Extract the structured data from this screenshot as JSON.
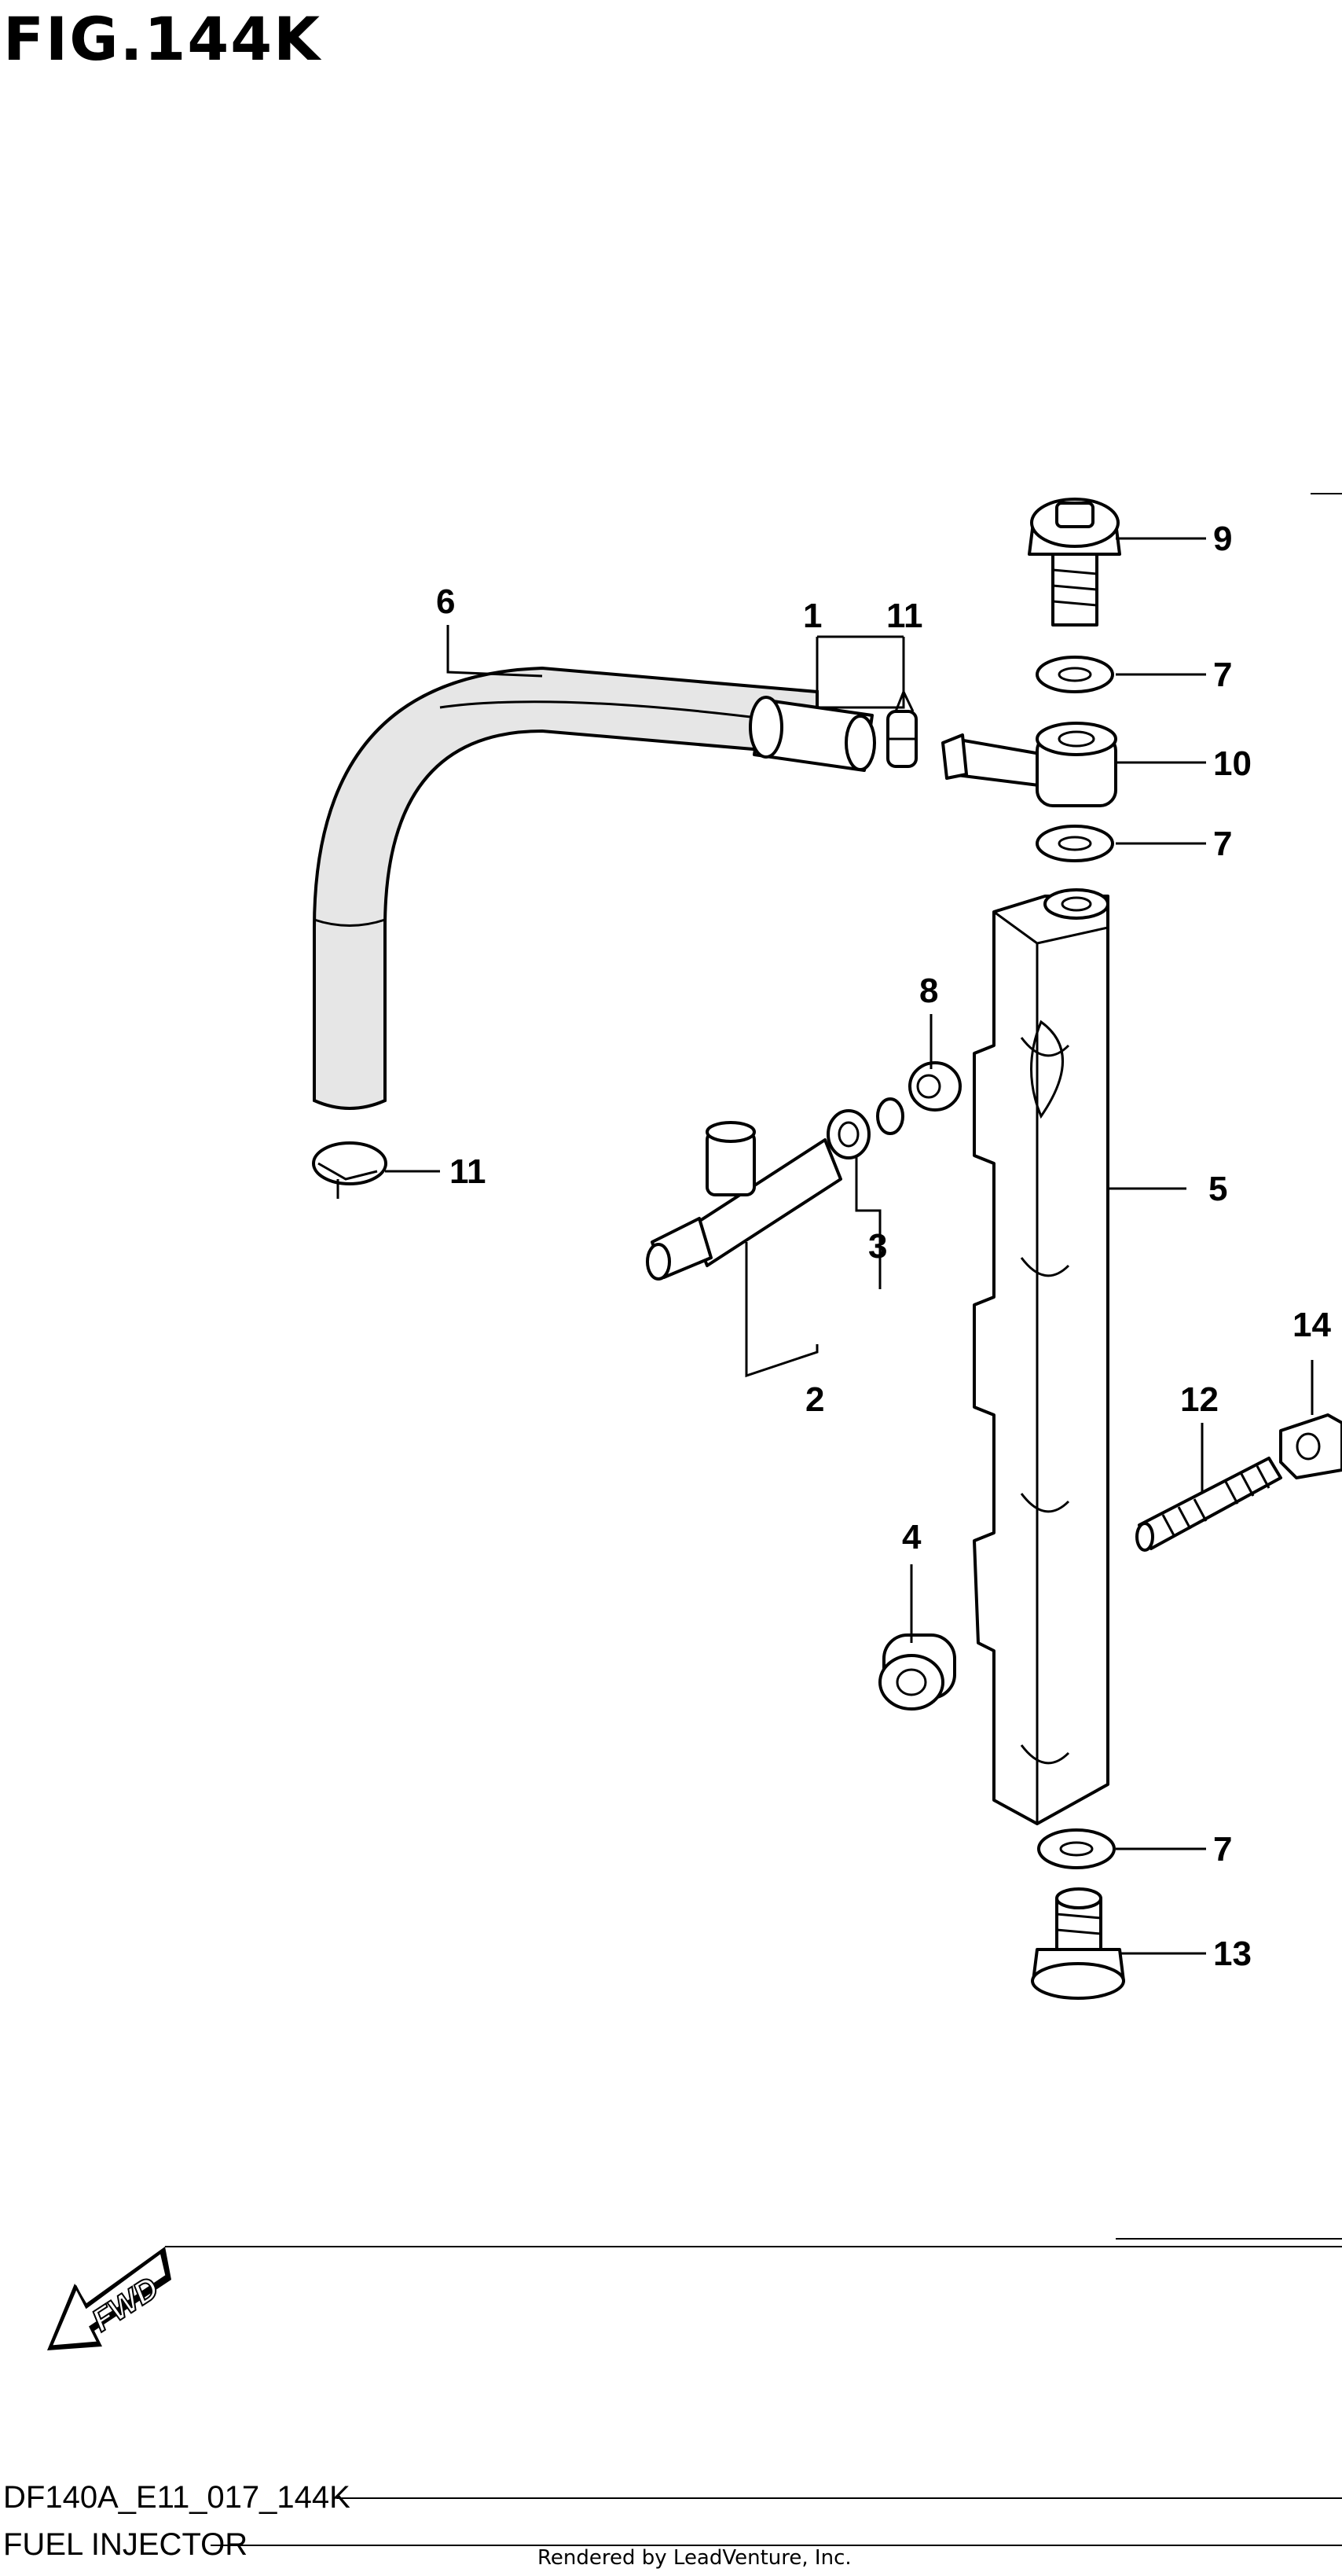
{
  "figure_title": "FIG.144K",
  "model_code": "DF140A_E11_017_144K",
  "section_name": "FUEL INJECTOR",
  "credit": "Rendered by LeadVenture, Inc.",
  "direction_label": "FWD",
  "callouts": {
    "c1": "1",
    "c2": "2",
    "c3": "3",
    "c4": "4",
    "c5": "5",
    "c6": "6",
    "c7a": "7",
    "c7b": "7",
    "c7c": "7",
    "c8": "8",
    "c9": "9",
    "c10": "10",
    "c11a": "11",
    "c11b": "11",
    "c12": "12",
    "c13": "13",
    "c14": "14"
  }
}
